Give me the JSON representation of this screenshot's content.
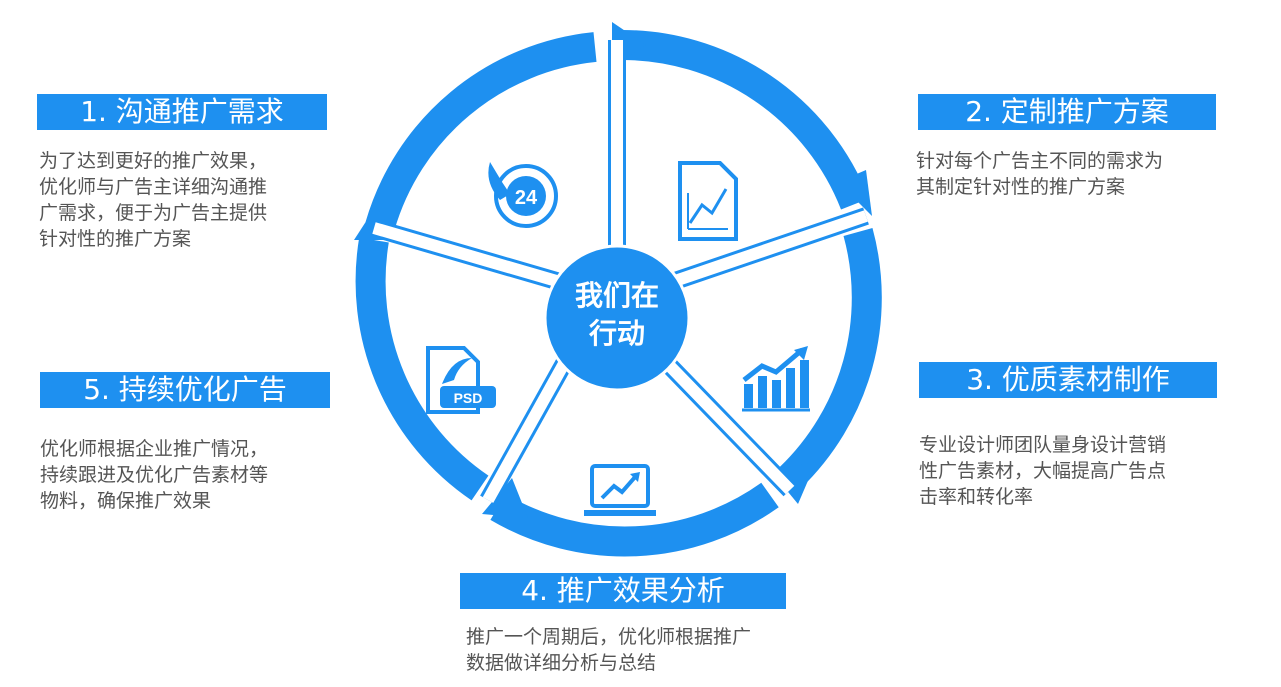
{
  "center": {
    "line1": "我们在",
    "line2": "行动"
  },
  "steps": [
    {
      "title": "1. 沟通推广需求",
      "lines": [
        "为了达到更好的推广效果，",
        "优化师与广告主详细沟通推",
        "广需求，便于为广告主提供",
        "针对性的推广方案"
      ],
      "icon": "phone-24-icon"
    },
    {
      "title": "2. 定制推广方案",
      "lines": [
        "针对每个广告主不同的需求为",
        "其制定针对性的推广方案"
      ],
      "icon": "document-chart-icon"
    },
    {
      "title": "3. 优质素材制作",
      "lines": [
        "专业设计师团队量身设计营销",
        "性广告素材，大幅提高广告点",
        "击率和转化率"
      ],
      "icon": "bar-chart-growth-icon"
    },
    {
      "title": "4. 推广效果分析",
      "lines": [
        "推广一个周期后，优化师根据推广",
        "数据做详细分析与总结"
      ],
      "icon": "laptop-chart-icon"
    },
    {
      "title": "5. 持续优化广告",
      "lines": [
        "优化师根据企业推广情况，",
        "持续跟进及优化广告素材等",
        "物料，确保推广效果"
      ],
      "icon": "psd-file-icon",
      "icon_text": "PSD"
    }
  ],
  "colors": {
    "accent": "#1e90f0",
    "text": "#555555",
    "background": "#ffffff"
  }
}
